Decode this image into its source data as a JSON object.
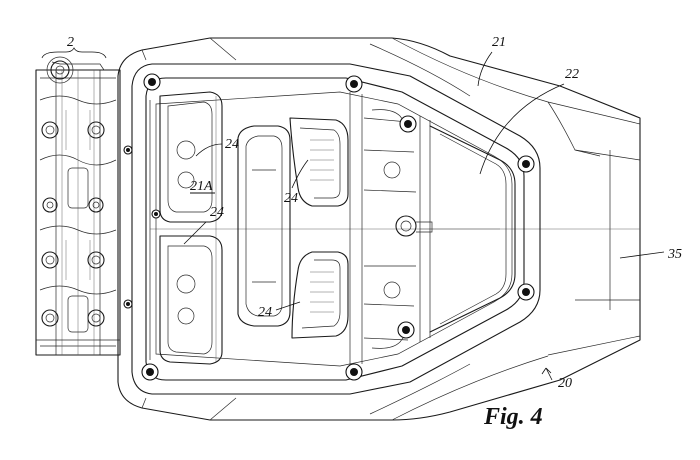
{
  "labels": {
    "ref_2": "2",
    "ref_21": "21",
    "ref_22": "22",
    "ref_35": "35",
    "ref_20": "20",
    "ref_21A": "21A",
    "ref_24": "24"
  },
  "figure_caption": "Fig. 4"
}
